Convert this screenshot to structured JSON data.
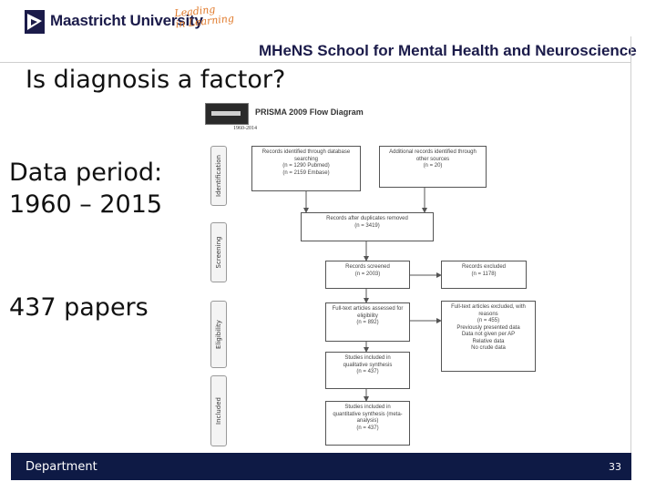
{
  "header": {
    "university": "Maastricht University",
    "tagline_line1": "Leading",
    "tagline_line2": "in Learning",
    "school": "MHeNS School for Mental Health and Neuroscience"
  },
  "slide": {
    "title": "Is diagnosis a factor?",
    "data_period_line1": "Data period:",
    "data_period_line2": "1960 – 2015",
    "papers": "437 papers"
  },
  "prisma": {
    "title": "PRISMA 2009 Flow Diagram",
    "subtitle": "1960-2014",
    "stages": [
      "Identification",
      "Screening",
      "Eligibility",
      "Included"
    ],
    "boxes": {
      "identified": [
        "Records identified through database",
        "searching",
        "(n = 1290 Pubmed)",
        "(n = 2159 Embase)"
      ],
      "additional": [
        "Additional records identified through",
        "other sources",
        "(n = 20)"
      ],
      "after_duplicates": [
        "Records after duplicates removed",
        "(n = 3419)"
      ],
      "screened": [
        "Records screened",
        "(n = 2003)"
      ],
      "excluded": [
        "Records excluded",
        "(n = 1178)"
      ],
      "fulltext": [
        "Full-text articles assessed for",
        "eligibility",
        "(n = 892)"
      ],
      "fulltext_excluded": [
        "Full-text articles excluded, with",
        "reasons",
        "(n = 455)",
        "Previously presented data",
        "Data not given per AP",
        "Relative data",
        "No crude data"
      ],
      "qualitative": [
        "Studies included in",
        "qualitative synthesis",
        "(n = 437)"
      ],
      "quantitative": [
        "Studies included in",
        "quantitative synthesis (meta-",
        "analysis)",
        "(n = 437)"
      ]
    }
  },
  "footer": {
    "department": "Department",
    "page_number": "33",
    "bar_color": "#0e1a45"
  }
}
